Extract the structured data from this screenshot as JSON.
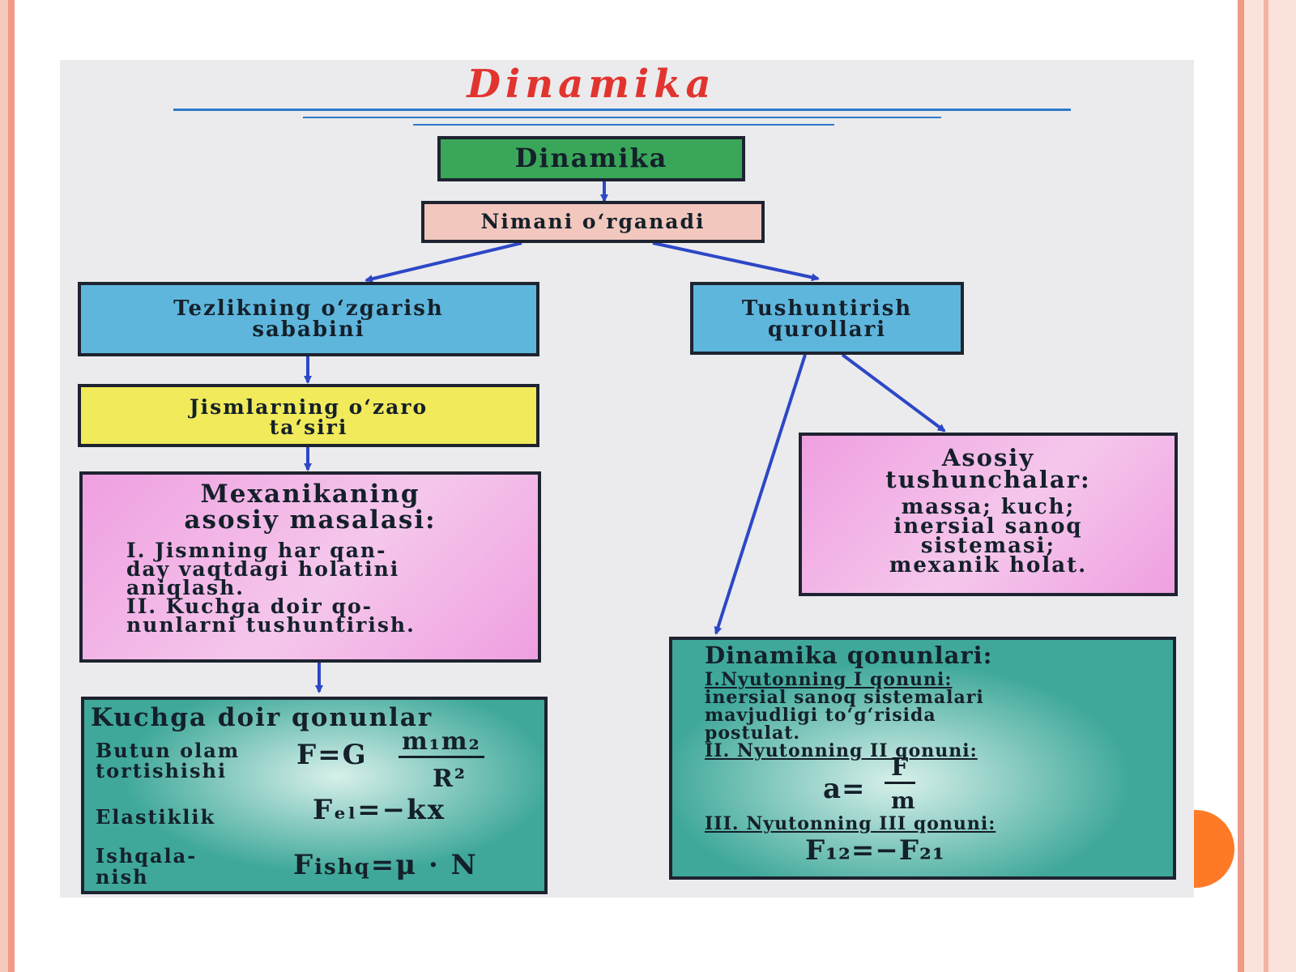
{
  "title": "Dinamika",
  "colors": {
    "green": "#3aa65a",
    "pink": "#f2c7bd",
    "blue": "#5fb6dd",
    "yellow": "#f1ea5a",
    "magenta": "#ef9fe0",
    "teal": "#3fa89a",
    "arrow": "#2d47c6",
    "title": "#e2342f"
  },
  "boxes": {
    "root": "Dinamika",
    "study": "Nimani o‘rganadi",
    "cause_line1": "Tezlikning o‘zgarish",
    "cause_line2": "sababini",
    "tools_line1": "Tushuntirish",
    "tools_line2": "qurollari",
    "interaction_line1": "Jismlarning o‘zaro",
    "interaction_line2": "ta‘siri",
    "mech_title1": "Mexanikaning",
    "mech_title2": "asosiy masalasi:",
    "mech_body1": "I. Jismning har qan-",
    "mech_body2": "day vaqtdagi holatini",
    "mech_body3": "aniqlash.",
    "mech_body4": "II. Kuchga doir qo-",
    "mech_body5": "nunlarni tushuntirish.",
    "concepts_title1": "Asosiy",
    "concepts_title2": "tushunchalar:",
    "concepts_body1": "massa; kuch;",
    "concepts_body2": "inersial sanoq",
    "concepts_body3": "sistemasi;",
    "concepts_body4": "mexanik holat.",
    "forces_title": "Kuchga doir qonunlar",
    "grav_label1": "Butun olam",
    "grav_label2": "tortishishi",
    "elastic_label": "Elastiklik",
    "friction_label1": "Ishqala-",
    "friction_label2": "nish",
    "laws_title": "Dinamika qonunlari:",
    "law1_head": "I.Nyutonning I qonuni:",
    "law1_body1": "inersial sanoq sistemalari",
    "law1_body2": "mavjudligi to‘g‘risida",
    "law1_body3": "postulat.",
    "law2_head": "II. Nyutonning II qonuni:",
    "law3_head": "III. Nyutonning III qonuni:"
  },
  "formulas": {
    "grav_lhs": "F=G",
    "grav_num": "m₁m₂",
    "grav_den": "R²",
    "elastic": "Fₑₗ=−kx",
    "friction_f": "F",
    "friction_sub": "ishq",
    "friction_rhs": "=μ · N",
    "newton2_lhs": "a=",
    "newton2_num": "F",
    "newton2_den": "m",
    "newton3": "F₁₂=−F₂₁"
  }
}
